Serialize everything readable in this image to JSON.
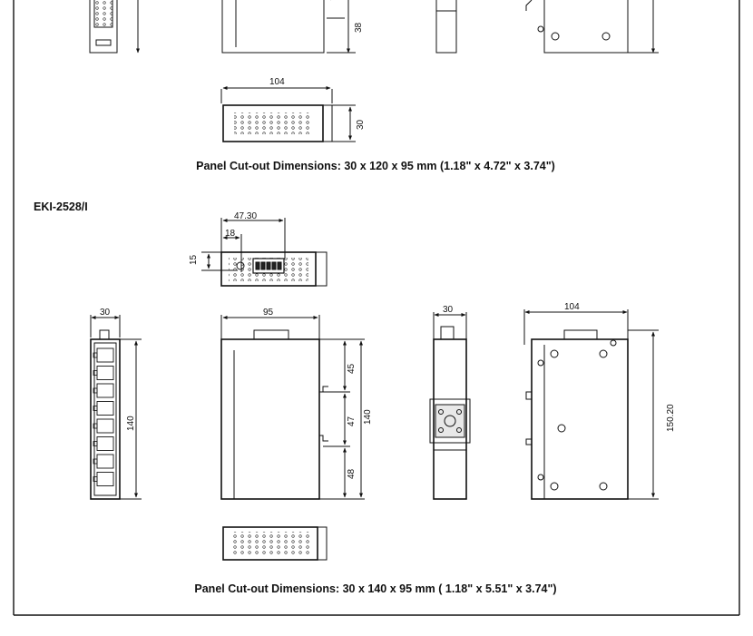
{
  "top_view": {
    "dim_height_38": "38",
    "cutout_width": "104",
    "cutout_height": "30",
    "caption": "Panel Cut-out Dimensions: 30 x 120 x 95 mm (1.18\" x 4.72\" x 3.74\")"
  },
  "eki2528": {
    "model_label": "EKI-2528/I",
    "dim_4730": "47.30",
    "dim_18": "18",
    "dim_15": "15",
    "front_width": "30",
    "front_height": "140",
    "side_width": "95",
    "side_dim_45": "45",
    "side_dim_47": "47",
    "side_dim_48": "48",
    "side_height": "140",
    "rear_width": "30",
    "back_width": "104",
    "back_height": "150.20",
    "caption": "Panel Cut-out Dimensions: 30 x 140 x 95 mm ( 1.18\" x 5.51\" x 3.74\")"
  }
}
